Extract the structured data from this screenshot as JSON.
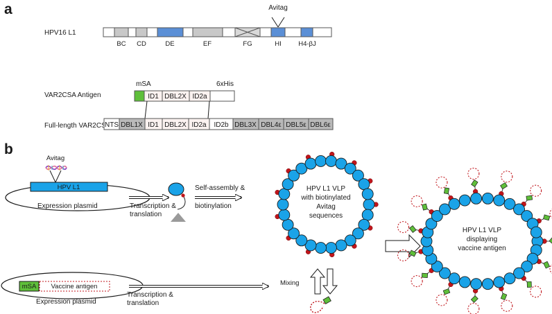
{
  "panel_a": {
    "letter": "a",
    "hpv16_label": "HPV16 L1",
    "avitag_top": "Avitag",
    "loops": [
      "BC",
      "CD",
      "DE",
      "EF",
      "FG",
      "HI",
      "H4-βJ"
    ],
    "var2csa_antigen_label": "VAR2CSA Antigen",
    "msa_label": "mSA",
    "his_label": "6xHis",
    "antigen_domains": [
      "ID1",
      "DBL2X",
      "ID2a"
    ],
    "full_length_label": "Full-length VAR2CSA",
    "full_domains": [
      "NTS",
      "DBL1X",
      "ID1",
      "DBL2X",
      "ID2a",
      "ID2b",
      "DBL3X",
      "DBL4ε",
      "DBL5ε",
      "DBL6ε"
    ]
  },
  "panel_b": {
    "letter": "b",
    "avitag": "Avitag",
    "hpv_l1": "HPV L1",
    "expression_plasmid_1": "Expression plasmid",
    "transcription_1": "Transcription &",
    "translation_1": "translation",
    "self_assembly_1": "Self-assembly &",
    "self_assembly_2": "biotinylation",
    "vlp1_l1": "HPV L1 VLP",
    "vlp1_l2": "with biotinylated",
    "vlp1_l3": "Avitag",
    "vlp1_l4": "sequences",
    "mixing": "Mixing",
    "msa": "mSA",
    "vaccine_antigen": "Vaccine antigen",
    "expression_plasmid_2": "Expression plasmid",
    "transcription_2": "Transcription &",
    "translation_2": "translation",
    "vlp2_l1": "HPV L1 VLP",
    "vlp2_l2": "displaying",
    "vlp2_l3": "vaccine antigen"
  },
  "colors": {
    "blue": "#5b8fd6",
    "grey_box": "#c8c8c8",
    "cyan": "#1aa3e8",
    "red_dot": "#c0151b",
    "green": "#5fbf3a",
    "pink_box": "#fbf2f0",
    "dbl_grey": "#b9b9b9"
  }
}
